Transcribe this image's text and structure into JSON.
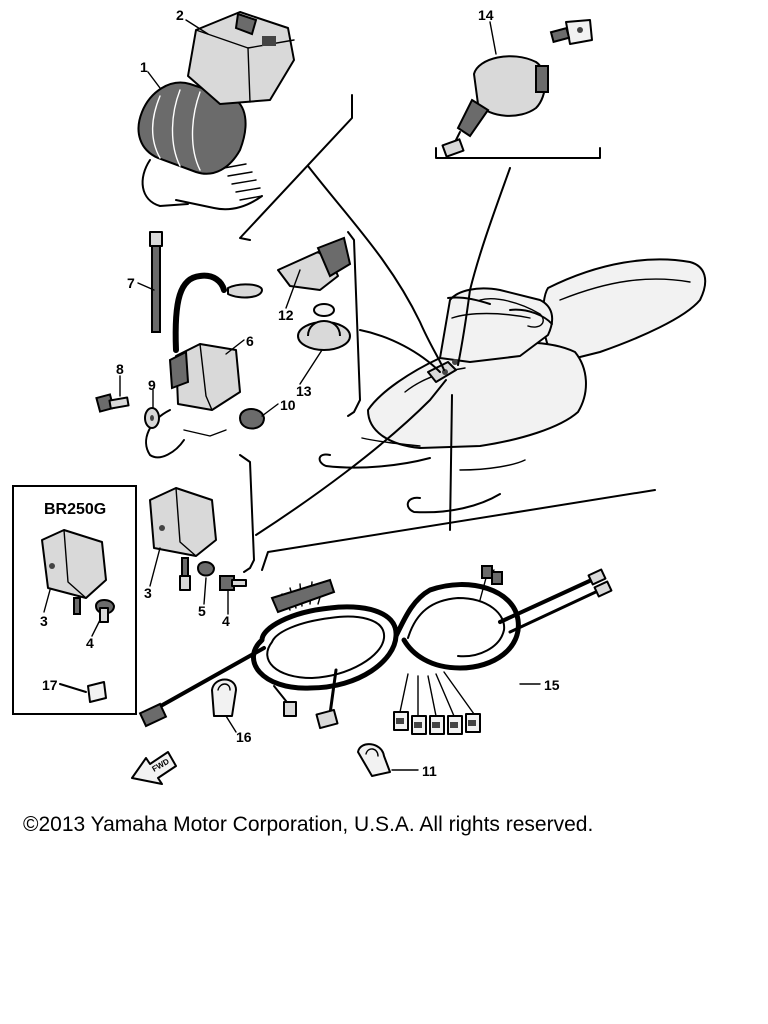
{
  "diagram": {
    "variant_label": "BR250G",
    "fwd_label": "FWD",
    "callouts": {
      "p1": "1",
      "p2": "2",
      "p3a": "3",
      "p3b": "3",
      "p4a": "4",
      "p4b": "4",
      "p5": "5",
      "p6": "6",
      "p7": "7",
      "p8": "8",
      "p9": "9",
      "p10": "10",
      "p11": "11",
      "p12": "12",
      "p13": "13",
      "p14": "14",
      "p15": "15",
      "p16": "16",
      "p17": "17"
    }
  },
  "footer": {
    "copyright": "©2013 Yamaha Motor Corporation, U.S.A. All rights reserved."
  }
}
